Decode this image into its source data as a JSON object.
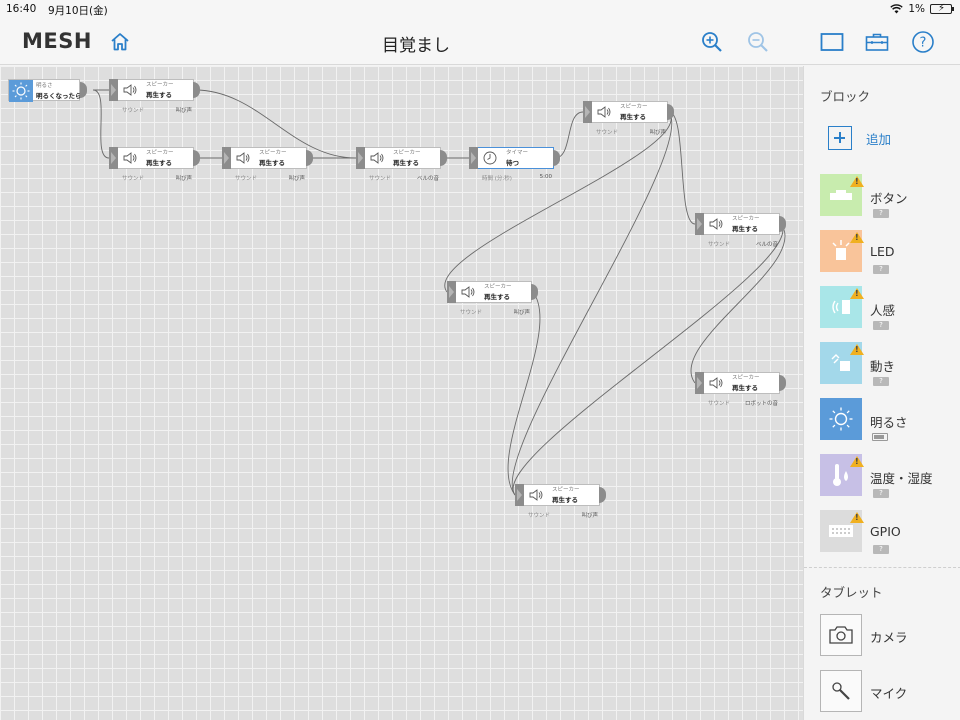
{
  "status": {
    "time": "16:40",
    "date": "9月10日(金)",
    "battery": "1%"
  },
  "app": {
    "logo": "MESH",
    "title": "目覚まし"
  },
  "sidebar": {
    "blocks_title": "ブロック",
    "add_label": "追加",
    "items": [
      {
        "name": "ボタン",
        "badge": "?",
        "tile_color": "#c8ecae"
      },
      {
        "name": "LED",
        "badge": "?",
        "tile_color": "#f9c49a"
      },
      {
        "name": "人感",
        "badge": "?",
        "tile_color": "#a9e6e8"
      },
      {
        "name": "動き",
        "badge": "?",
        "tile_color": "#a3d8ea"
      },
      {
        "name": "明るさ",
        "badge": "",
        "tile_color": "#5b9bd9"
      },
      {
        "name": "温度・湿度",
        "badge": "?",
        "tile_color": "#c7c0e6"
      },
      {
        "name": "GPIO",
        "badge": "?",
        "tile_color": "#dcdcdc"
      }
    ],
    "tablet_title": "タブレット",
    "tablet_items": [
      {
        "name": "カメラ"
      },
      {
        "name": "マイク"
      }
    ]
  },
  "canvas": {
    "blocks": [
      {
        "id": "b0",
        "kind": "trigger",
        "category": "明るさ",
        "action": "明るくなったら",
        "icon": "brightness-icon"
      },
      {
        "id": "b1",
        "kind": "speaker",
        "category": "スピーカー",
        "action": "再生する",
        "param_label": "サウンド",
        "param_value": "叫び声"
      },
      {
        "id": "b2",
        "kind": "speaker",
        "category": "スピーカー",
        "action": "再生する",
        "param_label": "サウンド",
        "param_value": "叫び声"
      },
      {
        "id": "b3",
        "kind": "speaker",
        "category": "スピーカー",
        "action": "再生する",
        "param_label": "サウンド",
        "param_value": "叫び声"
      },
      {
        "id": "b4",
        "kind": "speaker",
        "category": "スピーカー",
        "action": "再生する",
        "param_label": "サウンド",
        "param_value": "ベルの音"
      },
      {
        "id": "b5",
        "kind": "timer",
        "category": "タイマー",
        "action": "待つ",
        "param_label": "時間 (分:秒)",
        "param_value": "5:00"
      },
      {
        "id": "b6",
        "kind": "speaker",
        "category": "スピーカー",
        "action": "再生する",
        "param_label": "サウンド",
        "param_value": "叫び声"
      },
      {
        "id": "b7",
        "kind": "speaker",
        "category": "スピーカー",
        "action": "再生する",
        "param_label": "サウンド",
        "param_value": "ベルの音"
      },
      {
        "id": "b8",
        "kind": "speaker",
        "category": "スピーカー",
        "action": "再生する",
        "param_label": "サウンド",
        "param_value": "叫び声"
      },
      {
        "id": "b9",
        "kind": "speaker",
        "category": "スピーカー",
        "action": "再生する",
        "param_label": "サウンド",
        "param_value": "ロボットの音"
      },
      {
        "id": "b10",
        "kind": "speaker",
        "category": "スピーカー",
        "action": "再生する",
        "param_label": "サウンド",
        "param_value": "叫び声"
      }
    ],
    "connections": [
      [
        "b0",
        "b1"
      ],
      [
        "b0",
        "b2"
      ],
      [
        "b1",
        "b4"
      ],
      [
        "b2",
        "b3"
      ],
      [
        "b3",
        "b4"
      ],
      [
        "b4",
        "b5"
      ],
      [
        "b5",
        "b6"
      ],
      [
        "b6",
        "b7"
      ],
      [
        "b6",
        "b8"
      ],
      [
        "b6",
        "b10"
      ],
      [
        "b8",
        "b10"
      ],
      [
        "b7",
        "b9"
      ],
      [
        "b7",
        "b10"
      ]
    ]
  },
  "colors": {
    "accent": "#2a7fc9",
    "wire": "#6a6a6a",
    "warning": "#f0b020"
  }
}
